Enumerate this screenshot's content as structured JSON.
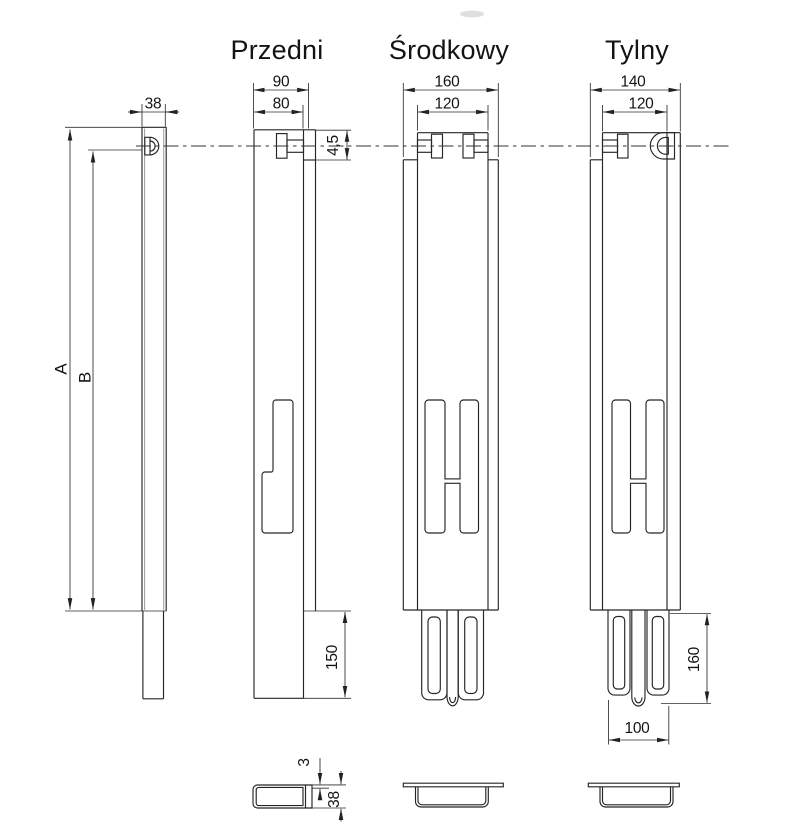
{
  "titles": {
    "front": "Przedni",
    "middle": "Środkowy",
    "rear": "Tylny"
  },
  "dimensions": {
    "side_profile_depth": "38",
    "height_a": "A",
    "height_b": "B",
    "front_outer_width": "90",
    "front_inner_width": "80",
    "front_top_offset": "4,5",
    "front_foot_length": "150",
    "middle_outer_width": "160",
    "middle_inner_width": "120",
    "rear_outer_width": "140",
    "rear_inner_width": "120",
    "rear_foot_length": "160",
    "rear_foot_width": "100",
    "section_wall_thickness": "3",
    "section_depth": "38"
  },
  "colors": {
    "line": "#262626",
    "dim_line": "#2e2e2e",
    "text": "#141414",
    "background": "#ffffff",
    "secondary_line": "#9a9a9a"
  }
}
